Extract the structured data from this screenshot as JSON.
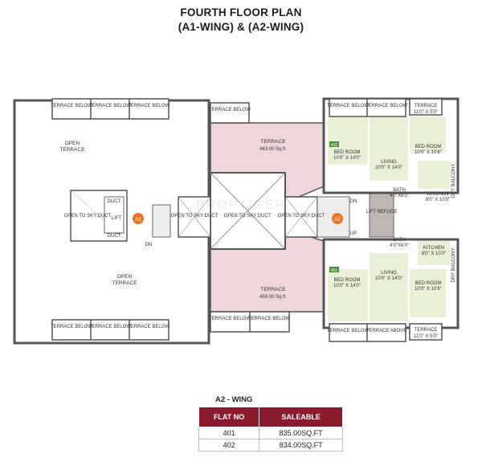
{
  "title": {
    "line1": "FOURTH  FLOOR PLAN",
    "line2": "(A1-WING) & (A2-WING)"
  },
  "watermark": "PROPTIGER",
  "terrace_below": "TERRACE BELOW",
  "terrace_above": "TERRACE ABOVE",
  "open_terrace": {
    "l1": "OPEN",
    "l2": "TERRACE"
  },
  "terrace_label": "TERRACE",
  "terrace_top_area": "443.00 Sq.ft.",
  "terrace_bottom_area": "459.00 Sq.ft.",
  "small_terrace_size": "11'0\" X 5'0\"",
  "open_to_sky_duct": "OPEN TO SKY DUCT",
  "duct": "DUCT",
  "lift": "LIFT",
  "lift_refuge": "LIFT REFUGE",
  "dn": "DN",
  "up": "UP",
  "wing_a1": "A1",
  "wing_a2": "A2",
  "flat_402": "402",
  "flat_401": "401",
  "bed_room": "BED ROOM",
  "bed_size_1": "10'0\" X 14'0\"",
  "bed_size_2": "10'0\" X 10'6\"",
  "living": "LIVING",
  "living_size": "10'0\" X 14'0\"",
  "bath": "BATH",
  "bath_size": "4'0\"X6'0\"",
  "kitchen": "KITCHEN",
  "kitchen_size": "8'0\" X 10'0\"",
  "dry_balcony": "DRY BALCONY",
  "table": {
    "wing_title": "A2 - WING",
    "headers": [
      "FLAT NO",
      "SALEABLE"
    ],
    "rows": [
      [
        "401",
        "835.00SQ.FT"
      ],
      [
        "402",
        "834.00SQ.FT"
      ]
    ]
  }
}
